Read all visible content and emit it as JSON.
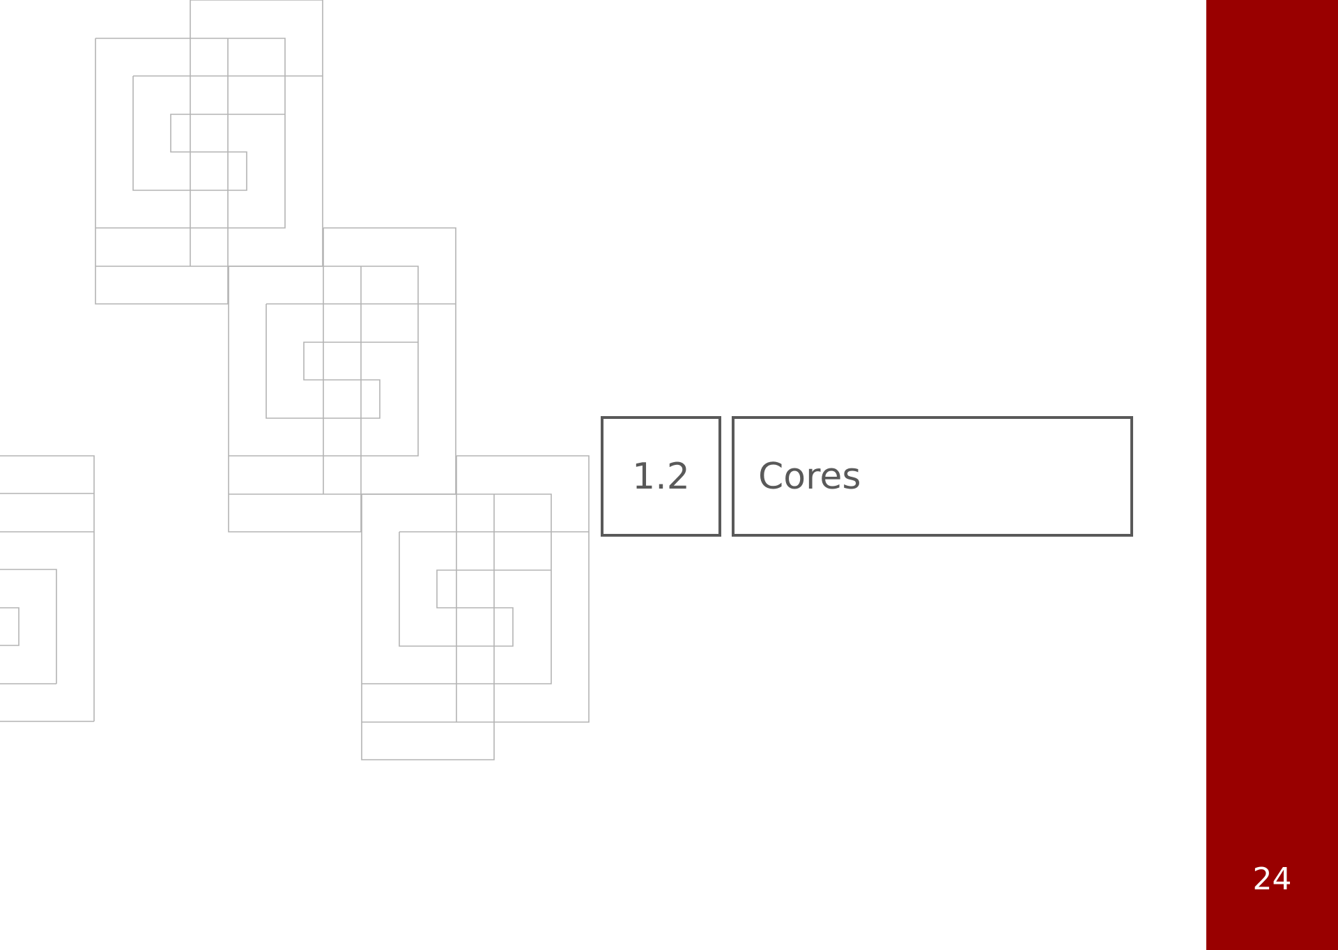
{
  "section": {
    "number": "1.2",
    "title": "Cores"
  },
  "page_number": "24",
  "colors": {
    "sidebar": "#990000",
    "box_border": "#595959",
    "pattern_stroke": "#b3b3b3"
  }
}
